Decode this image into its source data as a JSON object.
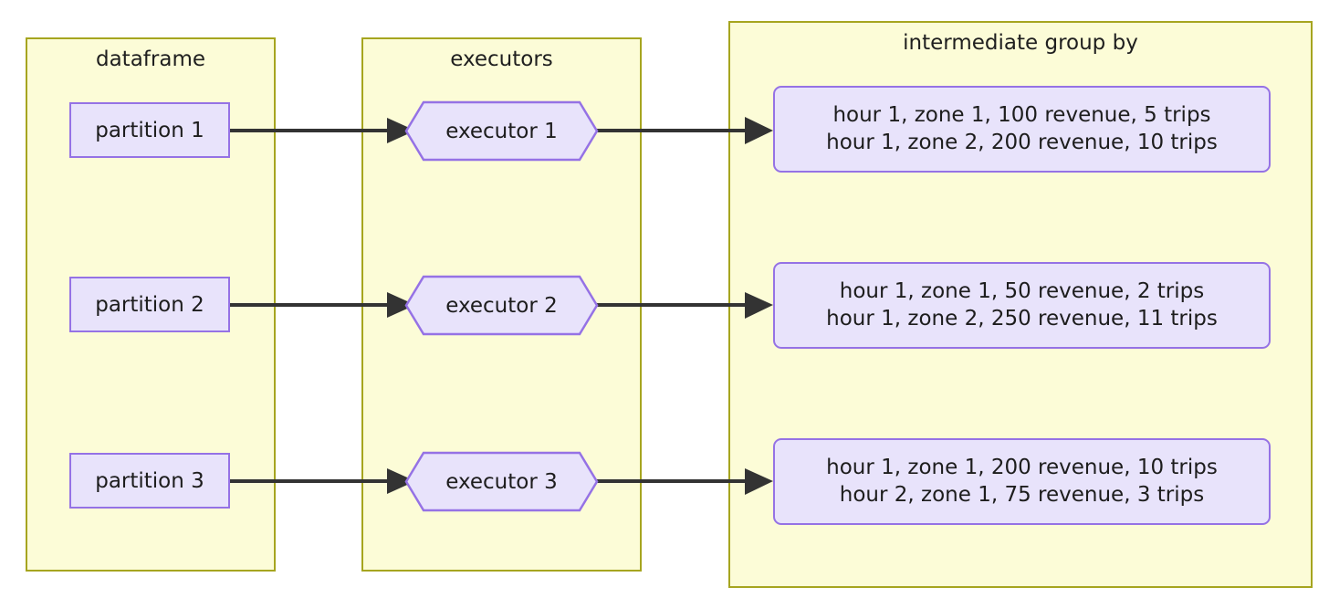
{
  "diagram": {
    "type": "flow",
    "background": "#ffffff",
    "colors": {
      "cluster_fill": "#fcfcd7",
      "cluster_border": "#a6a51f",
      "node_fill": "#e8e3fb",
      "node_border": "#9572e5",
      "edge": "#333333",
      "text": "#1d1d1d"
    },
    "clusters": [
      {
        "id": "dataframe",
        "title": "dataframe"
      },
      {
        "id": "executors",
        "title": "executors"
      },
      {
        "id": "groupby",
        "title": "intermediate group by"
      }
    ],
    "partitions": [
      {
        "label": "partition 1"
      },
      {
        "label": "partition 2"
      },
      {
        "label": "partition 3"
      }
    ],
    "executors": [
      {
        "label": "executor 1"
      },
      {
        "label": "executor 2"
      },
      {
        "label": "executor 3"
      }
    ],
    "groups": [
      {
        "text": "hour 1, zone 1, 100 revenue, 5 trips\nhour 1, zone 2, 200 revenue, 10 trips"
      },
      {
        "text": "hour 1, zone 1, 50 revenue, 2 trips\nhour 1, zone 2, 250 revenue, 11 trips"
      },
      {
        "text": "hour 1, zone 1, 200 revenue, 10 trips\nhour 2, zone 1, 75 revenue, 3 trips"
      }
    ],
    "edges": [
      {
        "from": "partition 1",
        "to": "executor 1"
      },
      {
        "from": "partition 2",
        "to": "executor 2"
      },
      {
        "from": "partition 3",
        "to": "executor 3"
      },
      {
        "from": "executor 1",
        "to": "group 1"
      },
      {
        "from": "executor 2",
        "to": "group 2"
      },
      {
        "from": "executor 3",
        "to": "group 3"
      }
    ]
  }
}
